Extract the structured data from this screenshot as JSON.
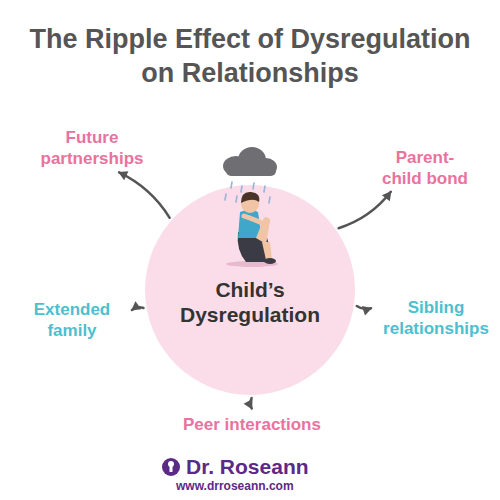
{
  "diagram": {
    "title": "The Ripple Effect of Dysregulation on Relationships",
    "nodes": [
      {
        "text": [
          "Child’s Dysregulation"
        ]
      },
      {
        "text": [
          "Parent-child bond"
        ]
      },
      {
        "text": [
          "Sibling relationships"
        ]
      },
      {
        "text": [
          "Peer interactions"
        ]
      },
      {
        "text": [
          "Extended family"
        ]
      },
      {
        "text": [
          "Future partnerships"
        ]
      }
    ],
    "edges": [
      {
        "from": 0,
        "to": 1,
        "arrow": "to"
      },
      {
        "from": 0,
        "to": 2,
        "arrow": "to"
      },
      {
        "from": 0,
        "to": 3,
        "arrow": "to"
      },
      {
        "from": 0,
        "to": 4,
        "arrow": "to"
      },
      {
        "from": 0,
        "to": 5,
        "arrow": "to"
      }
    ],
    "labels": [
      "Dr. Roseann",
      "www.drroseann.com"
    ]
  }
}
